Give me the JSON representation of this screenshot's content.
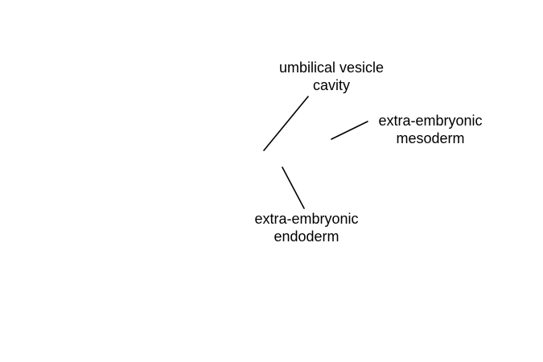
{
  "diagram": {
    "labels": {
      "umbilical_vesicle_cavity": {
        "line1": "umbilical vesicle",
        "line2": "cavity"
      },
      "extra_embryonic_mesoderm": {
        "line1": "extra-embryonic",
        "line2": "mesoderm"
      },
      "extra_embryonic_endoderm": {
        "line1": "extra-embryonic",
        "line2": "endoderm"
      }
    },
    "colors": {
      "background": "#ffffff",
      "text": "#000000",
      "leader_line": "#000000"
    }
  }
}
